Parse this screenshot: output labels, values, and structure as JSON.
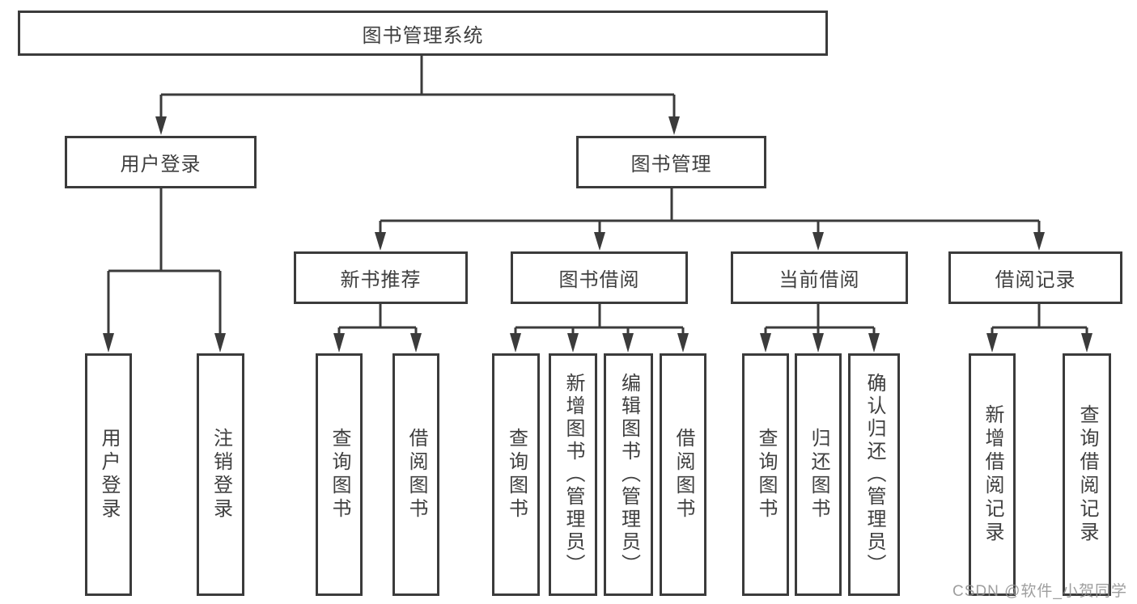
{
  "diagram": {
    "root": {
      "label": "图书管理系统"
    },
    "level2": [
      {
        "label": "用户登录"
      },
      {
        "label": "图书管理"
      }
    ],
    "level3": [
      {
        "label": "新书推荐"
      },
      {
        "label": "图书借阅"
      },
      {
        "label": "当前借阅"
      },
      {
        "label": "借阅记录"
      }
    ],
    "leaves": [
      {
        "label": "用户登录"
      },
      {
        "label": "注销登录"
      },
      {
        "label": "查询图书"
      },
      {
        "label": "借阅图书"
      },
      {
        "label": "查询图书"
      },
      {
        "label": "新增图书（管理员）"
      },
      {
        "label": "编辑图书（管理员）"
      },
      {
        "label": "借阅图书"
      },
      {
        "label": "查询图书"
      },
      {
        "label": "归还图书"
      },
      {
        "label": "确认归还（管理员）"
      },
      {
        "label": "新增借阅记录"
      },
      {
        "label": "查询借阅记录"
      }
    ]
  },
  "watermark": {
    "text": "CSDN @软件_小贺同学"
  },
  "colors": {
    "line": "#3b3b3b",
    "text": "#3f3f3f",
    "box_bg": "#ffffff",
    "background": "#ffffff",
    "watermark": "#919191"
  }
}
